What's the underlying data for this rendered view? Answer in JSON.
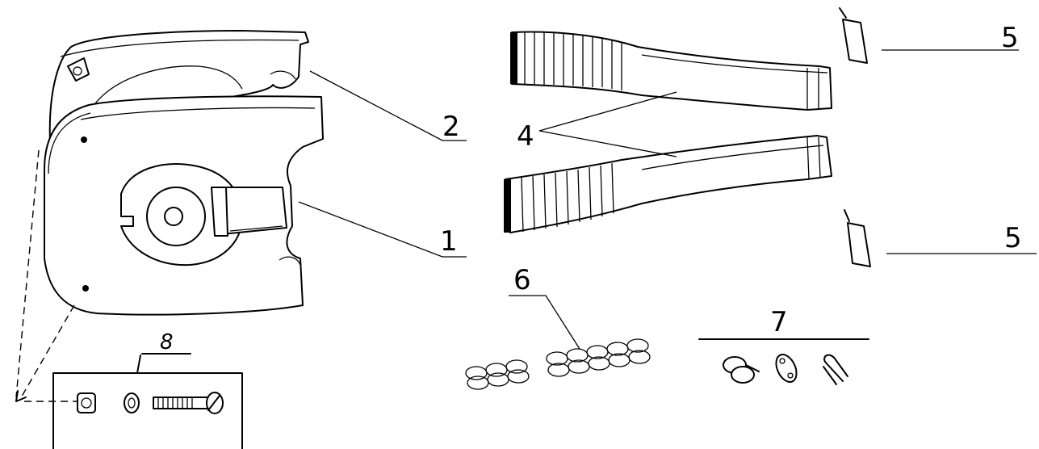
{
  "callouts": {
    "c1": "1",
    "c2": "2",
    "c4": "4",
    "c5a": "5",
    "c5b": "5",
    "c6": "6",
    "c7": "7",
    "c8": "8"
  },
  "colors": {
    "ink": "#000000",
    "paper": "#ffffff"
  }
}
